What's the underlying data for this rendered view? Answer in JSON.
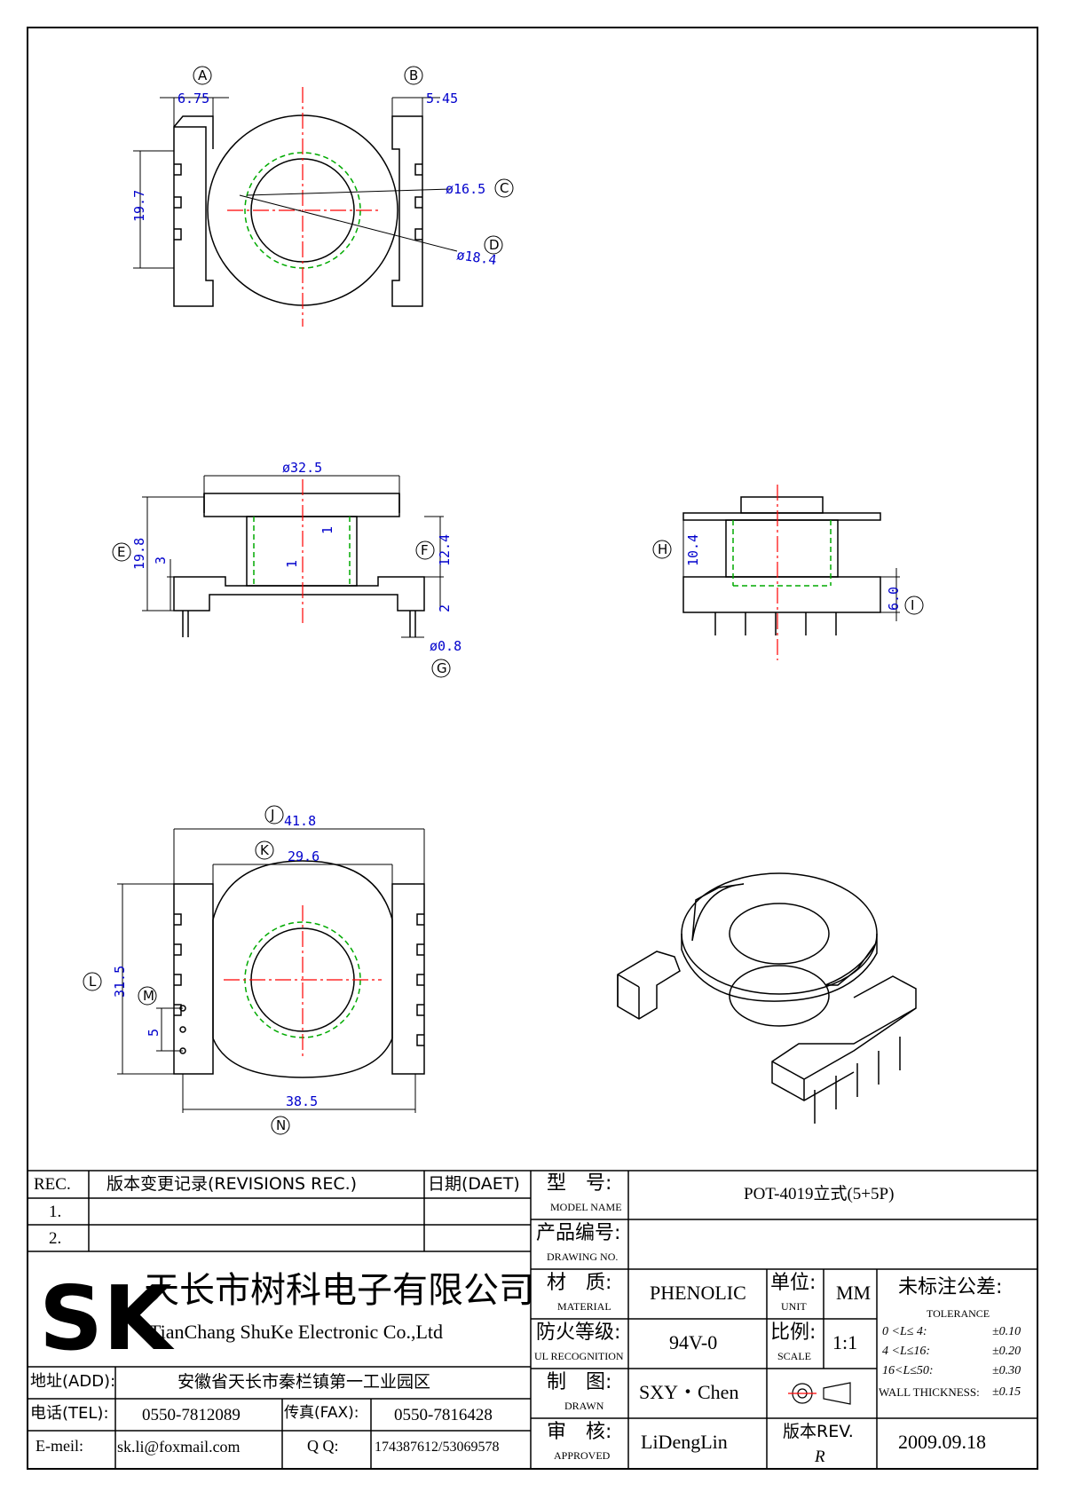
{
  "title_block": {
    "rev_header": {
      "rec": "REC.",
      "revisions": "版本变更记录(REVISIONS REC.)",
      "date": "日期(DAET)"
    },
    "rev_rows": [
      "1.",
      "2."
    ],
    "model": {
      "label_cn": "型　号:",
      "label_en": "MODEL NAME",
      "value": "POT-4019立式(5+5P)"
    },
    "drawing_no": {
      "label_cn": "产品编号:",
      "label_en": "DRAWING NO.",
      "value": ""
    },
    "material": {
      "label_cn": "材　质:",
      "label_en": "MATERIAL",
      "value": "PHENOLIC"
    },
    "unit": {
      "label_cn": "单位:",
      "label_en": "UNIT",
      "value": "MM"
    },
    "ul": {
      "label_cn": "防火等级:",
      "label_en": "UL RECOGNITION",
      "value": "94V-0"
    },
    "scale": {
      "label_cn": "比例:",
      "label_en": "SCALE",
      "value": "1:1"
    },
    "drawn": {
      "label_cn": "制　图:",
      "label_en": "DRAWN",
      "value": "SXY・Chen"
    },
    "approved": {
      "label_cn": "审　核:",
      "label_en": "APPROVED",
      "value": "LiDengLin"
    },
    "rev": {
      "label": "版本REV.",
      "value": "R"
    },
    "date": "2009.09.18",
    "tolerance": {
      "title_cn": "未标注公差:",
      "title_en": "TOLERANCE",
      "rows": [
        {
          "range": "0 <L≤ 4:",
          "value": "±0.10"
        },
        {
          "range": "4 <L≤16:",
          "value": "±0.20"
        },
        {
          "range": "16<L≤50:",
          "value": "±0.30"
        },
        {
          "range": "WALL THICKNESS:",
          "value": "±0.15"
        }
      ]
    }
  },
  "company": {
    "logo_text": "SK",
    "name_cn": "天长市树科电子有限公司",
    "name_en": "TianChang ShuKe Electronic Co.,Ltd",
    "address_label": "地址(ADD):",
    "address": "安徽省天长市秦栏镇第一工业园区",
    "tel_label": "电话(TEL):",
    "tel": "0550-7812089",
    "fax_label": "传真(FAX):",
    "fax": "0550-7816428",
    "email_label": "E-meil:",
    "email": "sk.li@foxmail.com",
    "qq_label": "Q Q:",
    "qq": "174387612/53069578"
  },
  "views": {
    "top": {
      "dims": [
        "6.75",
        "5.45",
        "19.7",
        "ø16.5",
        "ø18.4"
      ],
      "labels": [
        "A",
        "B",
        "C",
        "D"
      ]
    },
    "front": {
      "dims": [
        "ø32.5",
        "19.8",
        "3",
        "1",
        "1",
        "12.4",
        "2",
        "ø0.8"
      ],
      "labels": [
        "E",
        "F",
        "G"
      ]
    },
    "side": {
      "dims": [
        "10.4",
        "6.0"
      ],
      "labels": [
        "H",
        "I"
      ]
    },
    "bottom": {
      "dims": [
        "41.8",
        "29.6",
        "31.5",
        "5",
        "38.5"
      ],
      "labels": [
        "J",
        "K",
        "L",
        "M",
        "N"
      ]
    }
  },
  "colors": {
    "dimension": "#0000cc",
    "centerline": "#ff0000",
    "hidden": "#00aa00",
    "line": "#000000"
  }
}
